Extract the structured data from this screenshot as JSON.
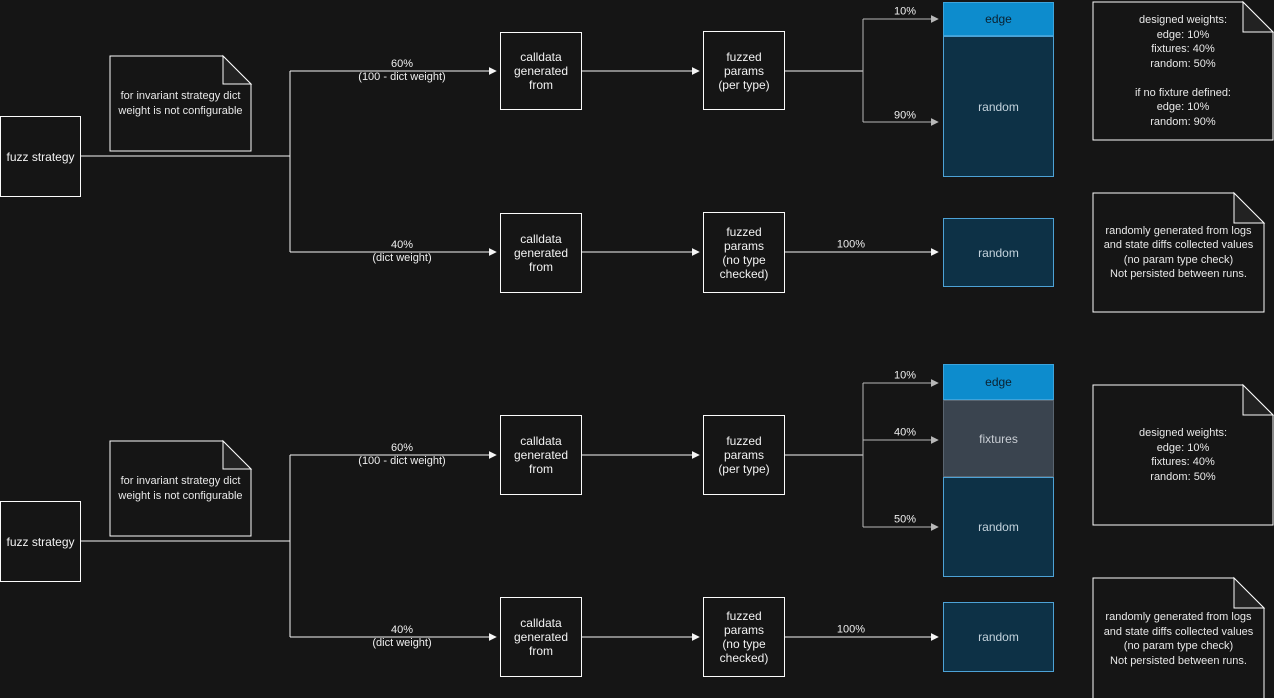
{
  "colors": {
    "canvas_bg": "#151515",
    "node_border": "#fbfbfb",
    "node_text": "#f2f2f2",
    "edge_fill": "#0d8ccd",
    "edge_text": "#0b2231",
    "fixtures_fill": "#3a444f",
    "fixtures_text": "#c9ced4",
    "random_fill": "#0d3146",
    "random_border": "#4da2d6",
    "random_text": "#c4d3dd",
    "connector_main": "#f5f5f5",
    "connector_branch": "#b8b8b8",
    "note_fold_fill": "#222222"
  },
  "diagrams": [
    {
      "strategy_label": "fuzz strategy",
      "invariant_note": "for invariant strategy dict\nweight is not configurable",
      "branch_typed": {
        "weight_pct": "60%",
        "weight_note": "(100 - dict weight)",
        "calldata_label": "calldata\ngenerated\nfrom",
        "params_label": "fuzzed\nparams\n(per type)",
        "outputs": [
          {
            "pct": "10%",
            "label": "edge"
          },
          {
            "pct": "90%",
            "label": "random"
          }
        ]
      },
      "branch_dict": {
        "weight_pct": "40%",
        "weight_note": "(dict weight)",
        "calldata_label": "calldata\ngenerated\nfrom",
        "params_label": "fuzzed\nparams\n(no type\nchecked)",
        "outputs": [
          {
            "pct": "100%",
            "label": "random"
          }
        ]
      },
      "weights_note": "designed weights:\nedge: 10%\nfixtures: 40%\nrandom: 50%\n\nif no fixture defined:\nedge: 10%\nrandom: 90%",
      "random_source_note": "randomly generated from logs\nand state diffs collected values\n(no param type check)\nNot persisted between runs."
    },
    {
      "strategy_label": "fuzz strategy",
      "invariant_note": "for invariant strategy dict\nweight is not configurable",
      "branch_typed": {
        "weight_pct": "60%",
        "weight_note": "(100 - dict weight)",
        "calldata_label": "calldata\ngenerated\nfrom",
        "params_label": "fuzzed\nparams\n(per type)",
        "outputs": [
          {
            "pct": "10%",
            "label": "edge"
          },
          {
            "pct": "40%",
            "label": "fixtures"
          },
          {
            "pct": "50%",
            "label": "random"
          }
        ]
      },
      "branch_dict": {
        "weight_pct": "40%",
        "weight_note": "(dict weight)",
        "calldata_label": "calldata\ngenerated\nfrom",
        "params_label": "fuzzed\nparams\n(no type\nchecked)",
        "outputs": [
          {
            "pct": "100%",
            "label": "random"
          }
        ]
      },
      "weights_note": "designed weights:\nedge: 10%\nfixtures: 40%\nrandom: 50%",
      "random_source_note": "randomly generated from logs\nand state diffs collected values\n(no param type check)\nNot persisted between runs."
    }
  ]
}
